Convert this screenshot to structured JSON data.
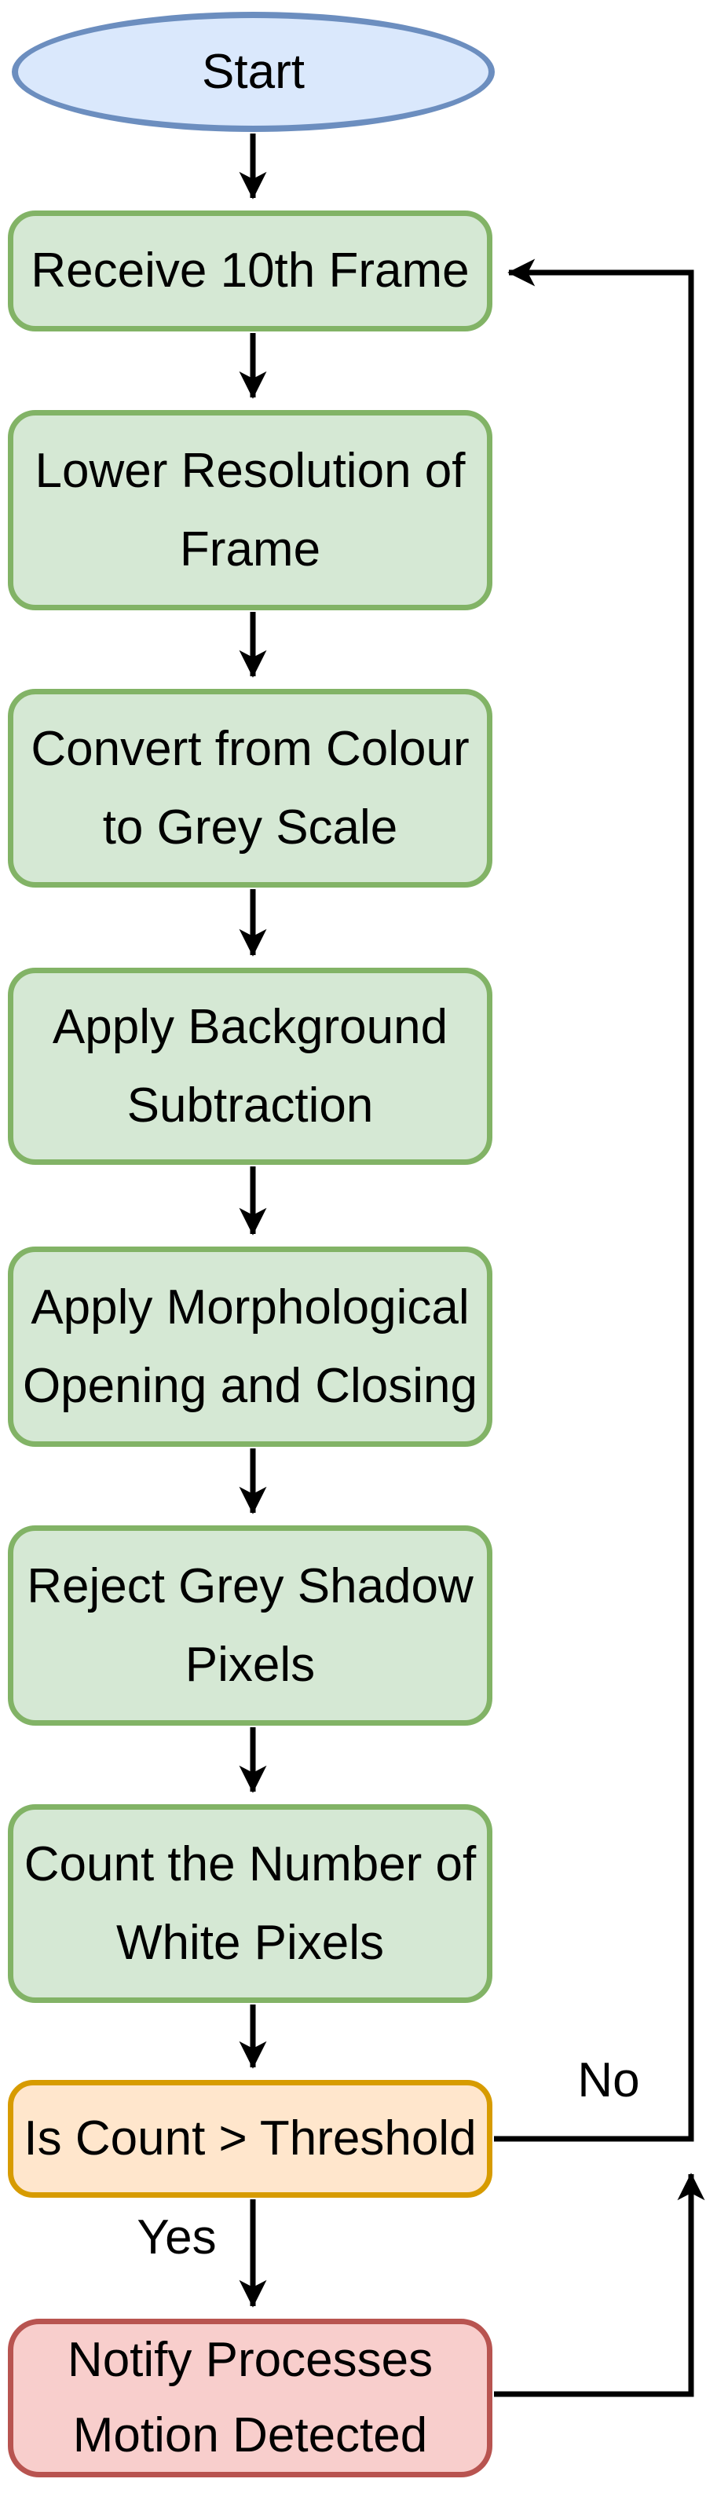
{
  "diagram": {
    "type": "flowchart",
    "description": "Motion detection pipeline flowchart",
    "colors": {
      "terminator_fill": "#dae8fc",
      "terminator_stroke": "#6c8ebf",
      "process_fill": "#d5e8d4",
      "process_stroke": "#82b366",
      "decision_fill": "#ffe6cc",
      "decision_stroke": "#d79b00",
      "alert_fill": "#f8cecc",
      "alert_stroke": "#b85450",
      "connector": "#000000"
    }
  },
  "nodes": [
    {
      "id": "start",
      "shape": "terminator",
      "label": "Start"
    },
    {
      "id": "receive",
      "shape": "process",
      "label": "Receive 10th Frame"
    },
    {
      "id": "lower",
      "shape": "process",
      "label": "Lower Resolution of\nFrame"
    },
    {
      "id": "convert",
      "shape": "process",
      "label": "Convert from Colour\nto Grey Scale"
    },
    {
      "id": "bg",
      "shape": "process",
      "label": "Apply Background\nSubtraction"
    },
    {
      "id": "morph",
      "shape": "process",
      "label": "Apply Morphological\nOpening and Closing"
    },
    {
      "id": "reject",
      "shape": "process",
      "label": "Reject Grey Shadow\nPixels"
    },
    {
      "id": "count",
      "shape": "process",
      "label": "Count the Number of\nWhite Pixels"
    },
    {
      "id": "decision",
      "shape": "decision",
      "label": "Is Count > Threshold"
    },
    {
      "id": "notify",
      "shape": "alert",
      "label": "Notify Processes\nMotion Detected"
    }
  ],
  "edges": [
    {
      "from": "start",
      "to": "receive",
      "label": ""
    },
    {
      "from": "receive",
      "to": "lower",
      "label": ""
    },
    {
      "from": "lower",
      "to": "convert",
      "label": ""
    },
    {
      "from": "convert",
      "to": "bg",
      "label": ""
    },
    {
      "from": "bg",
      "to": "morph",
      "label": ""
    },
    {
      "from": "morph",
      "to": "reject",
      "label": ""
    },
    {
      "from": "reject",
      "to": "count",
      "label": ""
    },
    {
      "from": "count",
      "to": "decision",
      "label": ""
    },
    {
      "from": "decision",
      "to": "receive",
      "label": "No"
    },
    {
      "from": "decision",
      "to": "notify",
      "label": "Yes"
    },
    {
      "from": "notify",
      "to": "receive",
      "label": ""
    }
  ]
}
